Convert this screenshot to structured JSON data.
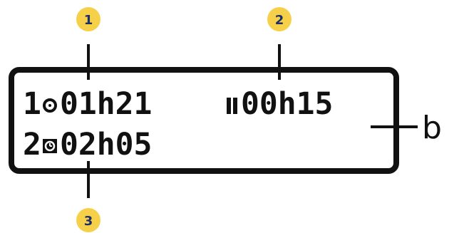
{
  "colors": {
    "badge_fill": "#f7d04a",
    "badge_text": "#1c2f66",
    "ink": "#111111"
  },
  "display": {
    "line1_left_prefix": "1",
    "line1_left_icon": "clock-symbol-icon",
    "line1_left_value": "01h21",
    "line1_right_icon": "pause-symbol-icon",
    "line1_right_value": "00h15",
    "line2_prefix": "2",
    "line2_icon": "clock-box-symbol-icon",
    "line2_value": "02h05"
  },
  "callouts": [
    {
      "number": "1"
    },
    {
      "number": "2"
    },
    {
      "number": "3"
    }
  ],
  "side_label": "b"
}
